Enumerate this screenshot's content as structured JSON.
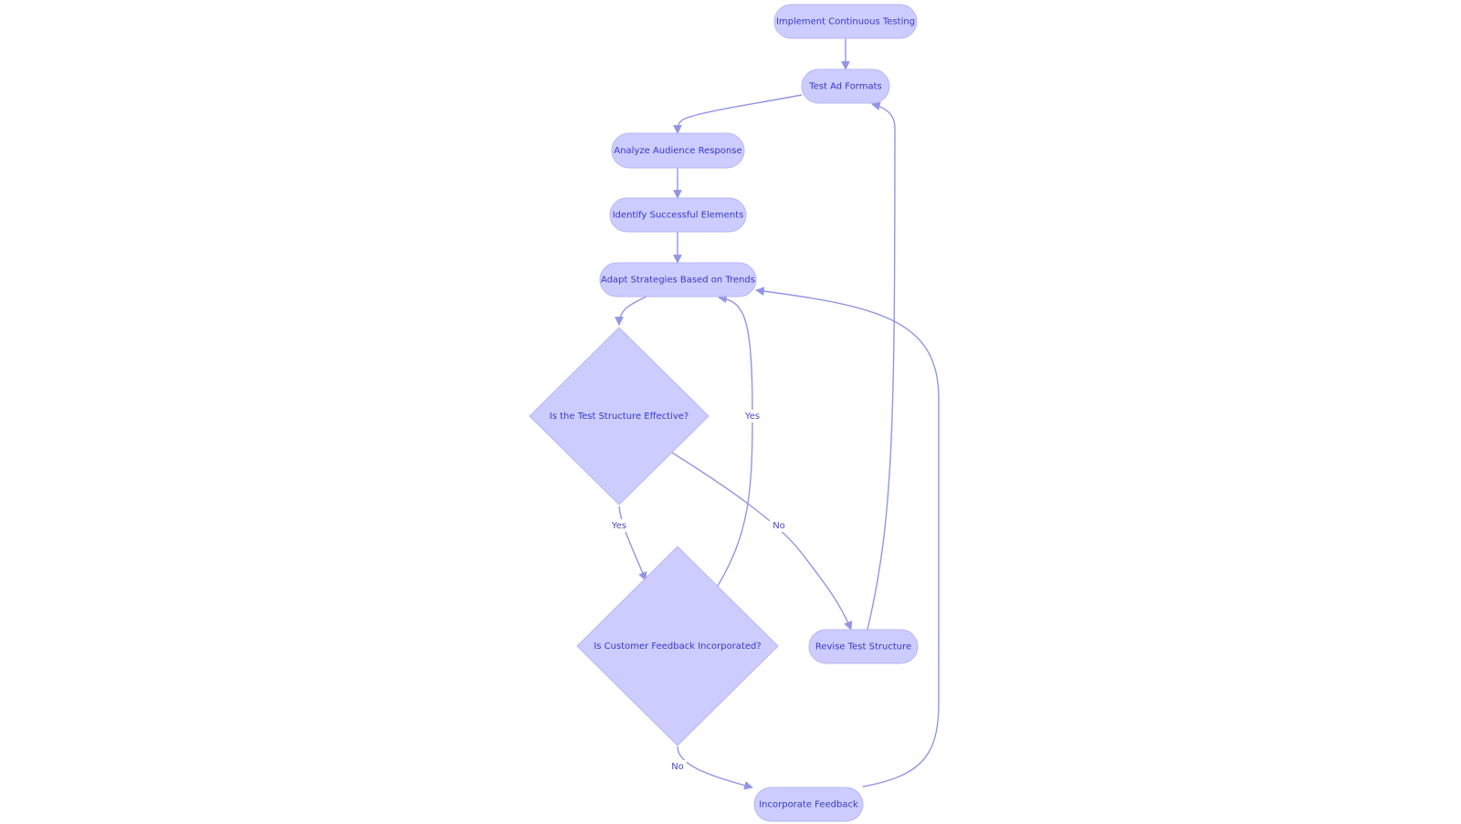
{
  "colors": {
    "node_fill": "#ccccff",
    "node_stroke": "#b7b7f5",
    "node_text": "#3838c8",
    "edge": "#9494e6"
  },
  "nodes": {
    "implement": "Implement Continuous Testing",
    "test_ad": "Test Ad Formats",
    "analyze": "Analyze Audience Response",
    "identify": "Identify Successful Elements",
    "adapt": "Adapt Strategies Based on Trends",
    "q_structure": "Is the Test Structure Effective?",
    "q_feedback": "Is Customer Feedback Incorporated?",
    "revise": "Revise Test Structure",
    "incorporate": "Incorporate Feedback"
  },
  "edges": [
    {
      "from": "implement",
      "to": "test_ad",
      "label": ""
    },
    {
      "from": "test_ad",
      "to": "analyze",
      "label": ""
    },
    {
      "from": "analyze",
      "to": "identify",
      "label": ""
    },
    {
      "from": "identify",
      "to": "adapt",
      "label": ""
    },
    {
      "from": "adapt",
      "to": "q_structure",
      "label": ""
    },
    {
      "from": "q_structure",
      "to": "q_feedback",
      "label": "Yes"
    },
    {
      "from": "q_structure",
      "to": "revise",
      "label": "No"
    },
    {
      "from": "q_feedback",
      "to": "adapt",
      "label": "Yes"
    },
    {
      "from": "q_feedback",
      "to": "incorporate",
      "label": "No"
    },
    {
      "from": "revise",
      "to": "test_ad",
      "label": ""
    },
    {
      "from": "incorporate",
      "to": "adapt",
      "label": ""
    }
  ]
}
